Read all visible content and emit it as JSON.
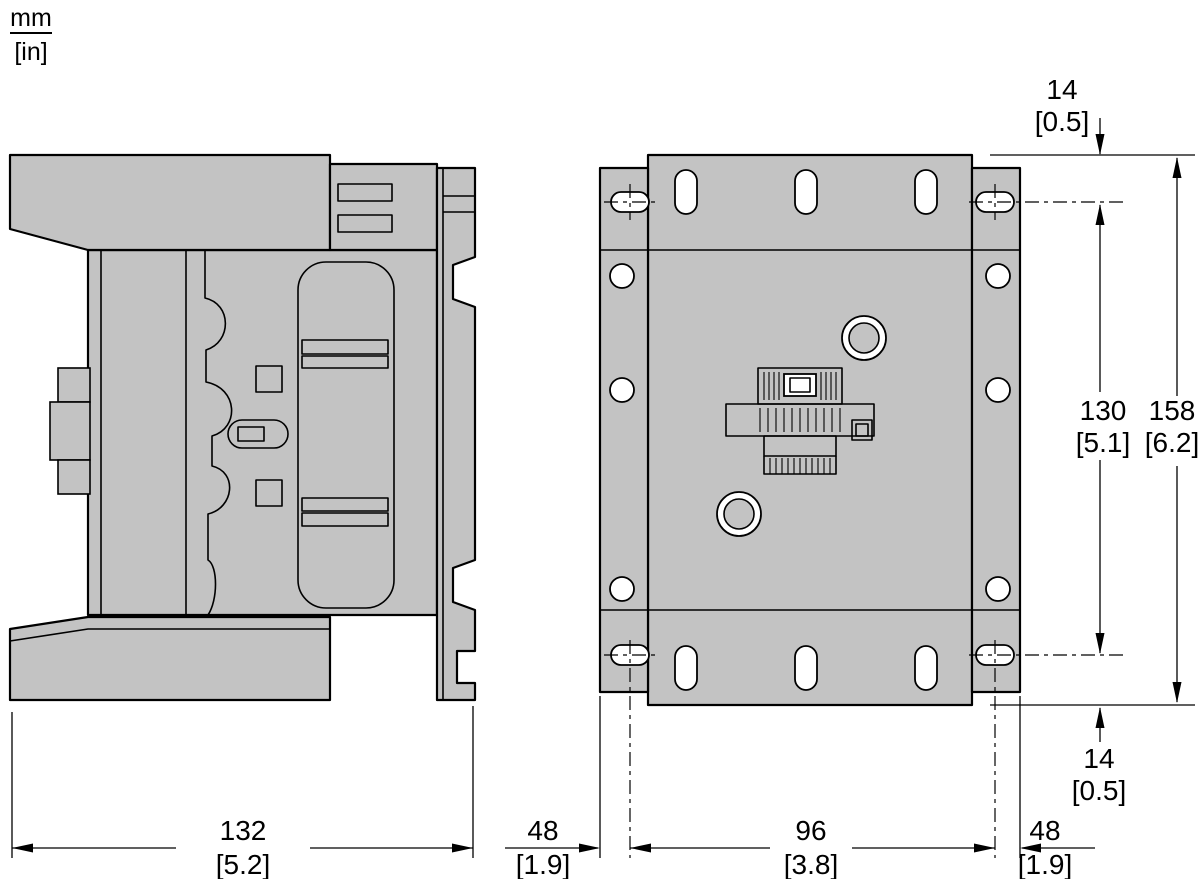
{
  "units": {
    "metric": "mm",
    "imperial": "[in]"
  },
  "dimensions": {
    "top_hole_offset": {
      "mm": "14",
      "in": "[0.5]"
    },
    "vertical_hole_spacing": {
      "mm": "130",
      "in": "[5.1]"
    },
    "overall_height": {
      "mm": "158",
      "in": "[6.2]"
    },
    "bottom_hole_offset": {
      "mm": "14",
      "in": "[0.5]"
    },
    "overall_depth": {
      "mm": "132",
      "in": "[5.2]"
    },
    "left_hole_margin": {
      "mm": "48",
      "in": "[1.9]"
    },
    "horizontal_hole_spacing": {
      "mm": "96",
      "in": "[3.8]"
    },
    "right_hole_margin": {
      "mm": "48",
      "in": "[1.9]"
    }
  },
  "colors": {
    "body_fill": "#c3c3c3",
    "line": "#000000",
    "background": "#ffffff"
  }
}
